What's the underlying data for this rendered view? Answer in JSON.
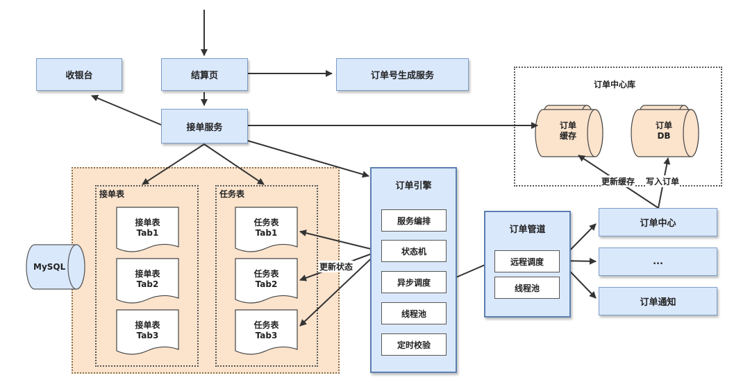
{
  "nodes": {
    "cashier": "收银台",
    "checkout": "结算页",
    "order_number_service": "订单号生成服务",
    "order_accept_service": "接单服务"
  },
  "order_accept_area": {
    "accept_table_title": "接单表",
    "task_table_title": "任务表",
    "accept_tabs": [
      "接单表\nTab1",
      "接单表\nTab2",
      "接单表\nTab3"
    ],
    "task_tabs": [
      "任务表\nTab1",
      "任务表\nTab2",
      "任务表\nTab3"
    ],
    "mysql": "MySQL"
  },
  "order_engine": {
    "title": "订单引擎",
    "items": [
      "服务编排",
      "状态机",
      "异步调度",
      "线程池",
      "定时校验"
    ]
  },
  "order_pipeline": {
    "title": "订单管道",
    "items": [
      "远程调度",
      "线程池"
    ]
  },
  "order_center_db": {
    "title": "订单中心库",
    "cache": "订单\n缓存",
    "db": "订单\nDB"
  },
  "right_nodes": [
    "订单中心",
    "...",
    "订单通知"
  ],
  "edge_labels": {
    "update_status": "更新状态",
    "update_cache": "更新缓存",
    "write_order": "写入订单"
  }
}
